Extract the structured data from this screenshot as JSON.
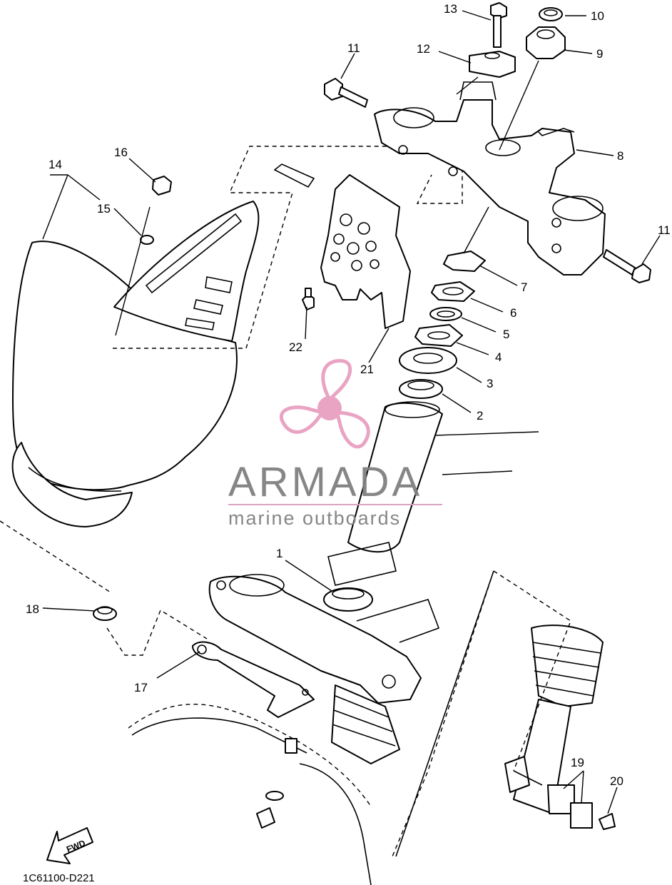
{
  "diagram_code": "1C61100-D221",
  "watermark": {
    "brand": "ARMADA",
    "tagline": "marine outboards",
    "color_text": "#808080",
    "color_accent": "#e8a0c0",
    "color_line": "#d8a0c0"
  },
  "fwd_label": "FWD",
  "callouts": {
    "c1": "1",
    "c2": "2",
    "c3": "3",
    "c4": "4",
    "c5": "5",
    "c6": "6",
    "c7": "7",
    "c8": "8",
    "c9": "9",
    "c10": "10",
    "c11a": "11",
    "c11b": "11",
    "c12": "12",
    "c13": "13",
    "c14": "14",
    "c15": "15",
    "c16": "16",
    "c17": "17",
    "c18": "18",
    "c19": "19",
    "c20": "20",
    "c21": "21",
    "c22": "22"
  }
}
